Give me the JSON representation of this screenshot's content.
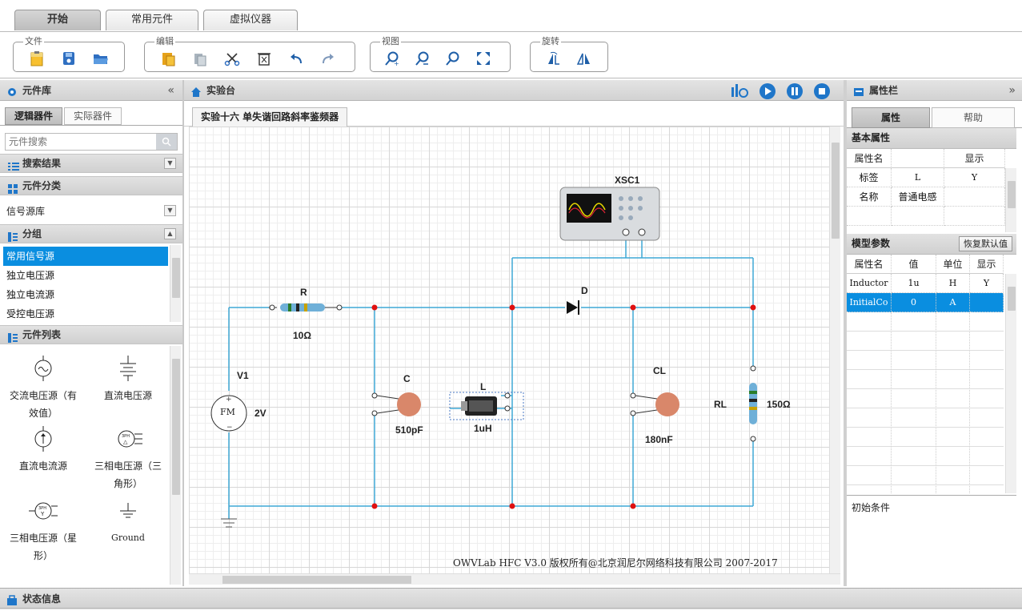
{
  "top_tabs": [
    {
      "label": "开始",
      "active": true
    },
    {
      "label": "常用元件",
      "active": false
    },
    {
      "label": "虚拟仪器",
      "active": false
    }
  ],
  "toolbar": {
    "groups": [
      {
        "label": "文件"
      },
      {
        "label": "编辑"
      },
      {
        "label": "视图"
      },
      {
        "label": "旋转"
      }
    ]
  },
  "library": {
    "title": "元件库",
    "collapse": "«",
    "tabs": [
      "逻辑器件",
      "实际器件"
    ],
    "search_placeholder": "元件搜索",
    "section_search_results": "搜索结果",
    "section_category": "元件分类",
    "category_value": "信号源库",
    "section_group": "分组",
    "groups": [
      "常用信号源",
      "独立电压源",
      "独立电流源",
      "受控电压源"
    ],
    "section_list": "元件列表",
    "components": [
      {
        "label": "交流电压源（有效值）",
        "icon": "ac-voltage-source-icon"
      },
      {
        "label": "直流电压源",
        "icon": "dc-voltage-source-icon"
      },
      {
        "label": "直流电流源",
        "icon": "dc-current-source-icon"
      },
      {
        "label": "三相电压源（三角形）",
        "icon": "three-phase-delta-icon"
      },
      {
        "label": "三相电压源（星形）",
        "icon": "three-phase-star-icon"
      },
      {
        "label": "Ground",
        "icon": "ground-icon"
      }
    ]
  },
  "workbench": {
    "title": "实验台",
    "doc_tab": "实验十六 单失谐回路斜率鉴频器",
    "footer": "OWVLab HFC V3.0 版权所有@北京润尼尔网络科技有限公司 2007-2017",
    "circuit": {
      "oscilloscope": "XSC1",
      "resistor_r": {
        "name": "R",
        "value": "10Ω"
      },
      "source_v1": {
        "name": "V1",
        "value": "2V",
        "symbol": "FM"
      },
      "cap_c": {
        "name": "C",
        "value": "510pF"
      },
      "inductor_l": {
        "name": "L",
        "value": "1uH"
      },
      "diode_d": {
        "name": "D"
      },
      "cap_cl": {
        "name": "CL",
        "value": "180nF"
      },
      "resistor_rl": {
        "name": "RL",
        "value": "150Ω"
      }
    }
  },
  "properties": {
    "title": "属性栏",
    "expand": "»",
    "tabs": [
      "属性",
      "帮助"
    ],
    "basic_title": "基本属性",
    "basic_headers": [
      "属性名",
      "",
      "显示"
    ],
    "basic_rows": [
      [
        "标签",
        "L",
        "Y"
      ],
      [
        "名称",
        "普通电感",
        ""
      ]
    ],
    "model_title": "模型参数",
    "reset_button": "恢复默认值",
    "model_headers": [
      "属性名",
      "值",
      "单位",
      "显示"
    ],
    "model_rows": [
      [
        "Inductor",
        "1u",
        "H",
        "Y"
      ],
      [
        "InitialCo",
        "0",
        "A",
        ""
      ]
    ],
    "initial_label": "初始条件"
  },
  "status": {
    "title": "状态信息"
  },
  "colors": {
    "wire": "#3fa9d6",
    "node": "#e01010",
    "selection": "#0a8ee0"
  }
}
